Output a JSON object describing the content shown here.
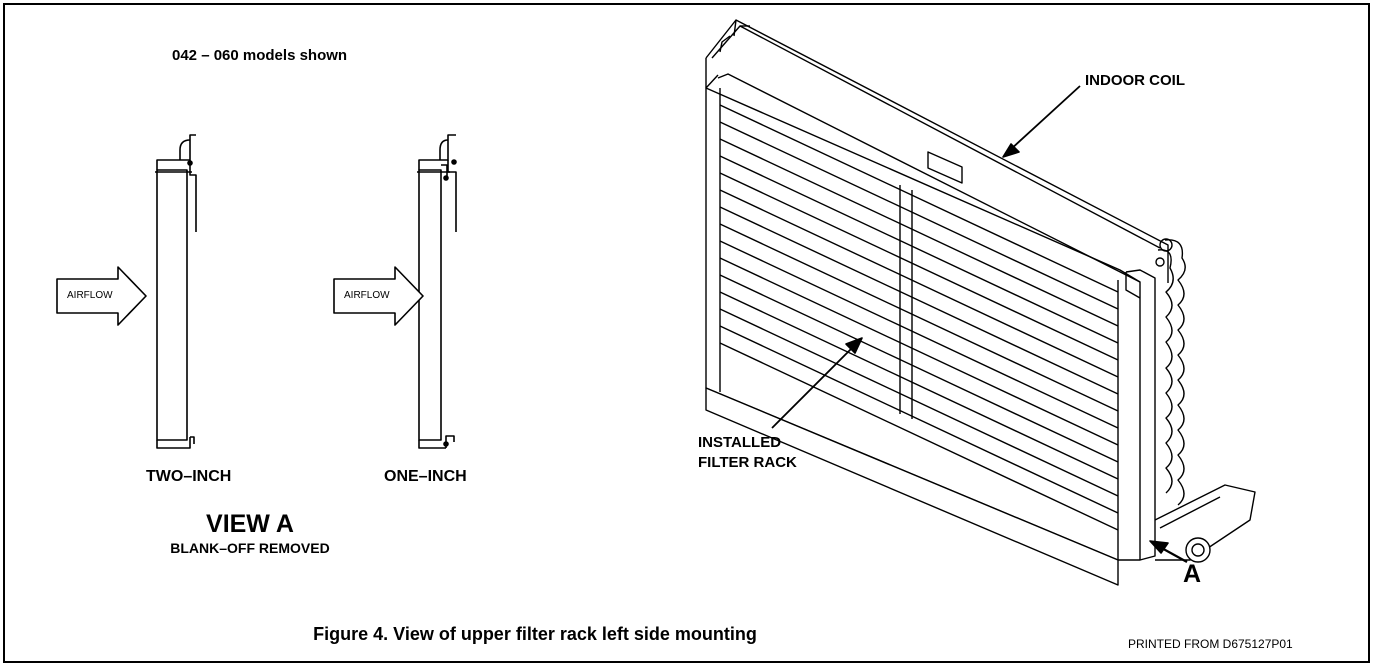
{
  "figure": {
    "models_note": "042 – 060 models shown",
    "caption": "Figure 4. View of upper filter rack left side mounting",
    "printed_from": "PRINTED FROM D675127P01"
  },
  "view_a": {
    "title": "VIEW A",
    "subtitle": "BLANK–OFF REMOVED",
    "panels": [
      {
        "label": "TWO–INCH",
        "airflow": "AIRFLOW"
      },
      {
        "label": "ONE–INCH",
        "airflow": "AIRFLOW"
      }
    ]
  },
  "callouts": {
    "indoor_coil": "INDOOR COIL",
    "filter_rack_line1": "INSTALLED",
    "filter_rack_line2": "FILTER RACK",
    "view_marker": "A"
  }
}
